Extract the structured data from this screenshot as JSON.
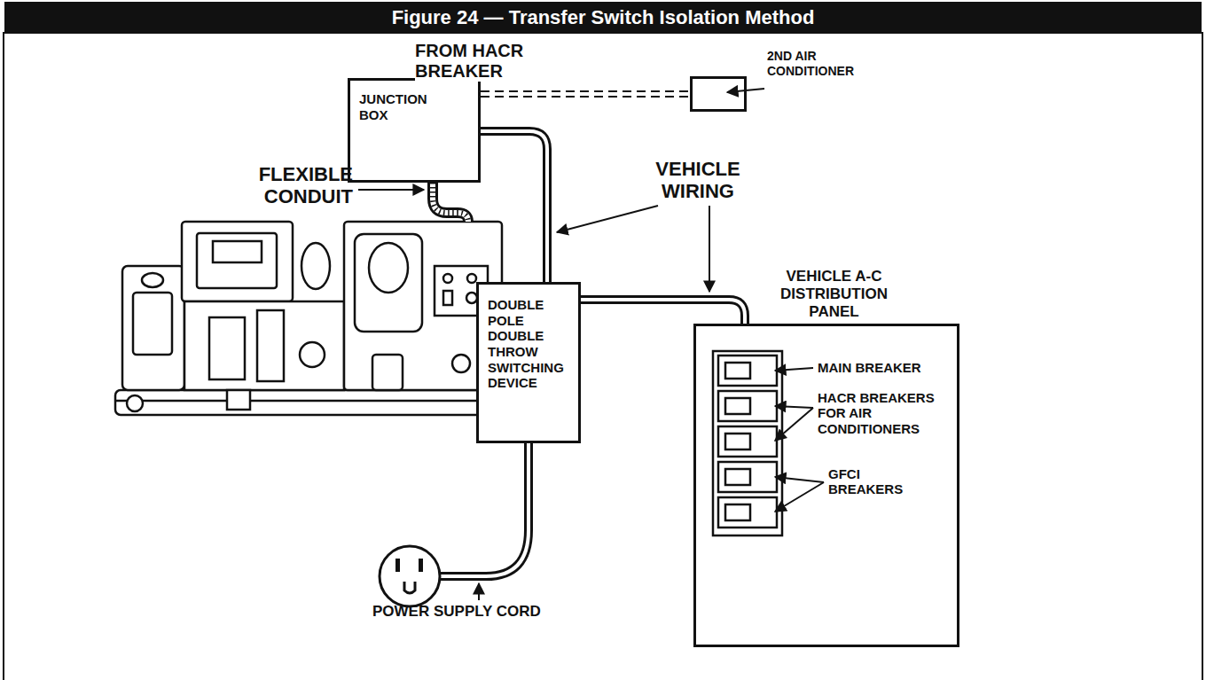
{
  "diagram": {
    "title": "Figure 24 — Transfer Switch Isolation Method",
    "nodes": [
      {
        "text": [
          "JUNCTION BOX"
        ]
      },
      {
        "text": [
          "2ND AIR CONDITIONER"
        ]
      },
      {
        "text": [
          "DOUBLE POLE DOUBLE THROW SWITCHING DEVICE"
        ]
      },
      {
        "text": [
          "VEHICLE A-C DISTRIBUTION PANEL"
        ]
      }
    ],
    "edges": [
      {
        "from": 0,
        "to": 2,
        "arrow": "none"
      },
      {
        "from": 2,
        "to": 3,
        "arrow": "none"
      },
      {
        "from": 0,
        "to": 1,
        "arrow": "none",
        "label": "FROM HACR BREAKER"
      }
    ],
    "labels": [
      "FLEXIBLE CONDUIT",
      "VEHICLE WIRING",
      "POWER SUPPLY CORD",
      "MAIN BREAKER",
      "HACR BREAKERS FOR AIR CONDITIONERS",
      "GFCI BREAKERS"
    ]
  }
}
